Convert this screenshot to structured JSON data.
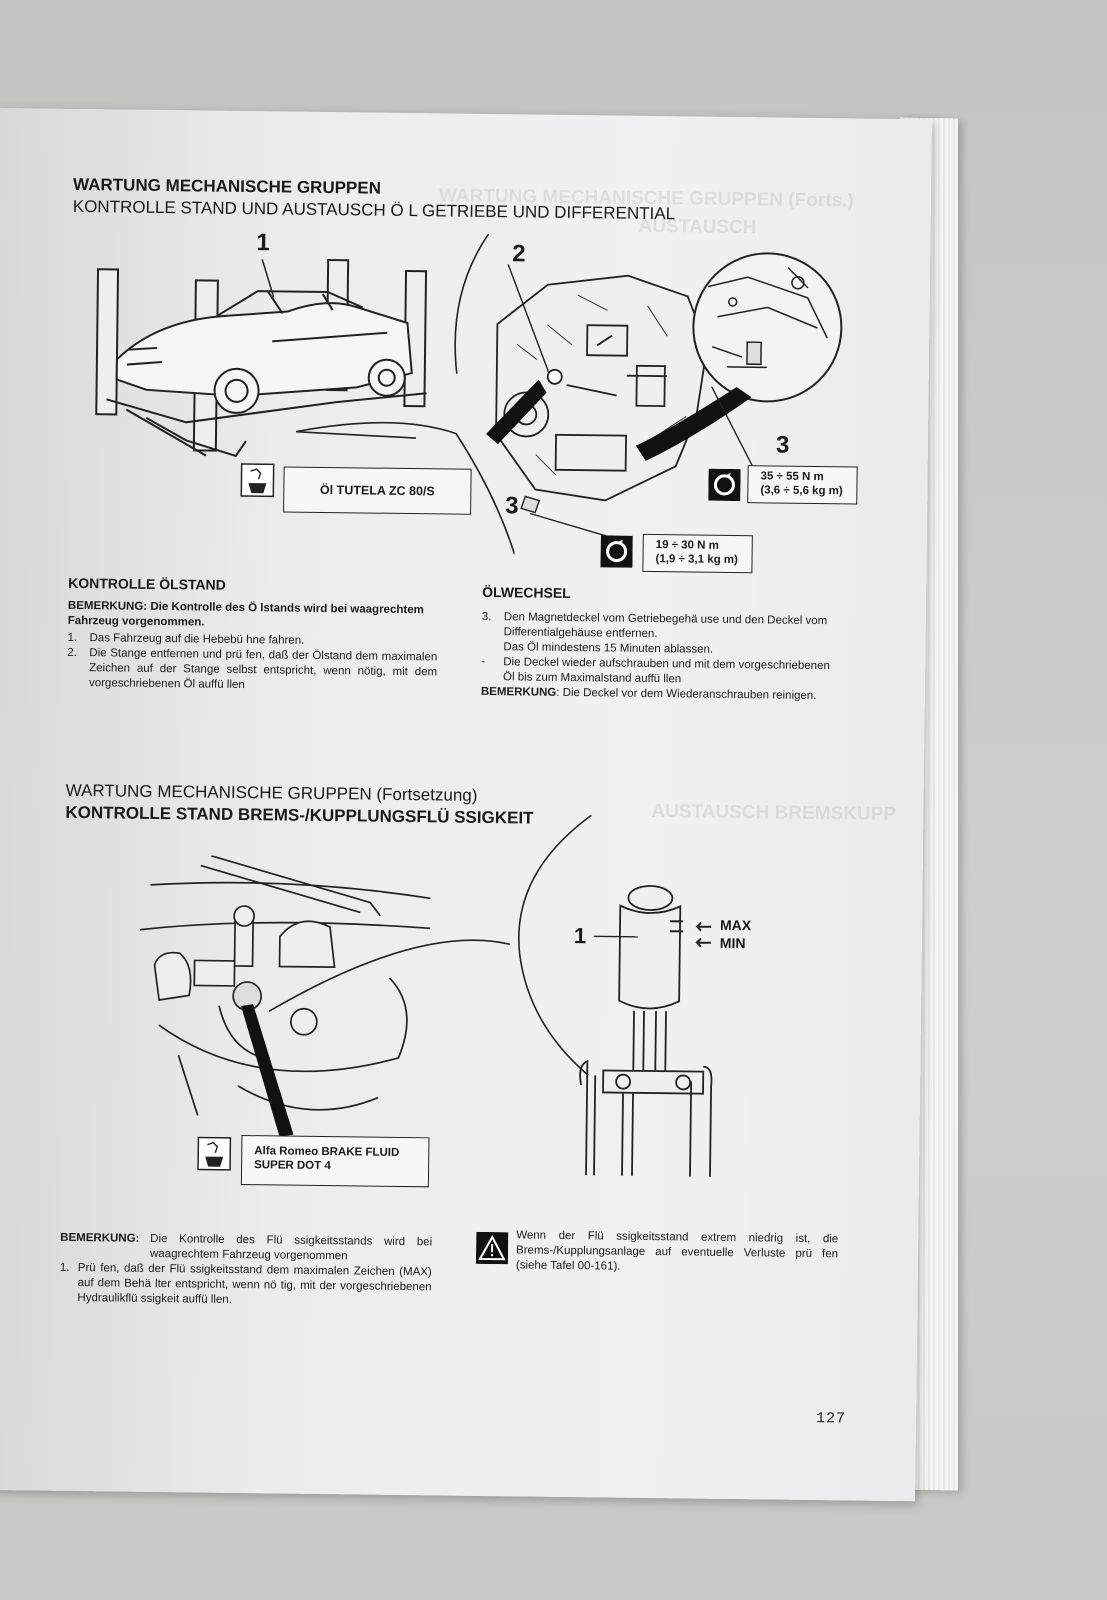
{
  "section1": {
    "title_bold": "WARTUNG MECHANISCHE GRUPPEN",
    "title_sub": "KONTROLLE STAND UND AUSTAUSCH Ö L GETRIEBE UND DIFFERENTIAL",
    "callouts": {
      "c1": "1",
      "c2": "2",
      "c3a": "3",
      "c3b": "3"
    },
    "oil_box": "Öl TUTELA ZC 80/S",
    "torque_a_line1": "35 ÷ 55 N m",
    "torque_a_line2": "(3,6 ÷ 5,6 kg m)",
    "torque_b_line1": "19 ÷ 30 N m",
    "torque_b_line2": "(1,9 ÷ 3,1 kg m)",
    "left_heading": "KONTROLLE ÖLSTAND",
    "left_note_label": "BEMERKUNG:",
    "left_note_text": "Die Kontrolle des Ö lstands wird bei waagrechtem Fahrzeug vorgenommen.",
    "left_items": [
      {
        "n": "1.",
        "t": "Das Fahrzeug auf die Hebebü hne fahren."
      },
      {
        "n": "2.",
        "t": "Die Stange entfernen und prü fen, daß der Ölstand dem maximalen Zeichen auf der Stange selbst entspricht, wenn nötig, mit dem vorgeschriebenen Öl auffü llen"
      }
    ],
    "right_heading": "ÖLWECHSEL",
    "right_items": [
      {
        "n": "3.",
        "t": "Den Magnetdeckel vom Getriebegehä use und den Deckel vom Differentialgehäuse entfernen."
      },
      {
        "n": "",
        "t": "Das Öl mindestens 15 Minuten ablassen."
      },
      {
        "n": "-",
        "t": "Die Deckel wieder aufschrauben und mit dem vorgeschriebenen Öl bis zum Maximalstand auffü llen"
      }
    ],
    "right_note_label": "BEMERKUNG",
    "right_note_text": ": Die Deckel vor dem Wiederanschrauben reinigen."
  },
  "section2": {
    "title_reg": "WARTUNG MECHANISCHE GRUPPEN (Fortsetzung)",
    "title_bold": "KONTROLLE STAND BREMS-/KUPPLUNGSFLÜ SSIGKEIT",
    "callout": "1",
    "max_label": "MAX",
    "min_label": "MIN",
    "fluid_box_line1": "Alfa Romeo BRAKE FLUID",
    "fluid_box_line2": "SUPER DOT 4",
    "note_label": "BEMERKUNG:",
    "note_text": "Die Kontrolle des Flü ssigkeitsstands wird bei waagrechtem Fahrzeug vorgenommen",
    "item_n": "1.",
    "item_t": "Prü fen, daß der Flü ssigkeitsstand dem maximalen Zeichen (MAX) auf dem Behä lter entspricht, wenn nö tig, mit der vorgeschriebenen Hydraulikflü ssigkeit auffü llen.",
    "warning_text": "Wenn der Flü ssigkeitsstand extrem niedrig ist, die Brems-/Kupplungsanlage auf eventuelle Verluste prü fen (siehe Tafel 00-161)."
  },
  "page_number": "127",
  "icons": [
    "oil-can-icon",
    "torque-wrench-icon",
    "warning-triangle-icon"
  ]
}
